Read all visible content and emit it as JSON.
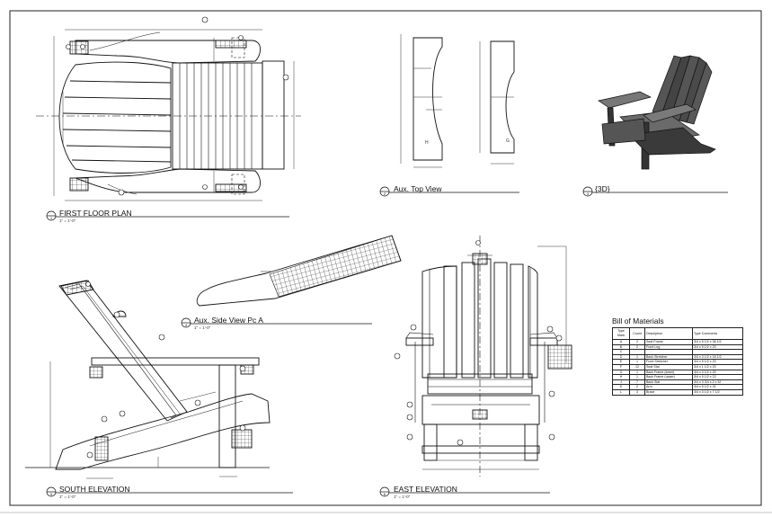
{
  "views": [
    {
      "id": "first-floor-plan",
      "number": "1",
      "title": "FIRST FLOOR PLAN",
      "scale": "1\" = 1'-0\""
    },
    {
      "id": "aux-top-view",
      "number": "2",
      "title": "Aux. Top View",
      "scale": ""
    },
    {
      "id": "view-3d",
      "number": "3",
      "title": "{3D}",
      "scale": ""
    },
    {
      "id": "aux-side-view",
      "number": "4",
      "title": "Aux. Side View Pc A",
      "scale": "1\" = 1'-0\""
    },
    {
      "id": "south-elevation",
      "number": "5",
      "title": "SOUTH ELEVATION",
      "scale": "1\" = 1'-0\""
    },
    {
      "id": "east-elevation",
      "number": "6",
      "title": "EAST ELEVATION",
      "scale": "1\" = 1'-0\""
    }
  ],
  "piece_labels": [
    "H",
    "G"
  ],
  "bill_of_materials": {
    "title": "Bill of Materials",
    "headers": [
      "Type Mark",
      "Count",
      "Description",
      "Type Comments"
    ],
    "rows": [
      [
        "A",
        "2",
        "Seat Frame",
        "3/4 x 5 1/2 x 38 1/2"
      ],
      [
        "B",
        "2",
        "Front Leg",
        "3/4 x 5 1/2 x 20"
      ],
      [
        "C",
        "",
        "",
        ""
      ],
      [
        "D",
        "1",
        "Back Stretcher",
        "3/4 x 3 1/2 x 18 1/2"
      ],
      [
        "E",
        "1",
        "Front Stretcher",
        "3/4 x 5 1/2 x 20"
      ],
      [
        "F",
        "12",
        "Seat Slat",
        "3/4 x 1 1/2 x 20"
      ],
      [
        "G",
        "1",
        "Back Frame (lower)",
        "3/4 x 3 1/2 x 20"
      ],
      [
        "H",
        "1",
        "Back Frame (upper)",
        "3/4 x 5 1/2 x 22"
      ],
      [
        "J",
        "7",
        "Back Slat",
        "3/4 x 3 3/4 x 2 x 32"
      ],
      [
        "K",
        "2",
        "Arm",
        "3/4 x 5 1/2 x 31"
      ],
      [
        "L",
        "3",
        "Brace",
        "3/4 x 3 1/2 x 7 1/2"
      ]
    ]
  }
}
